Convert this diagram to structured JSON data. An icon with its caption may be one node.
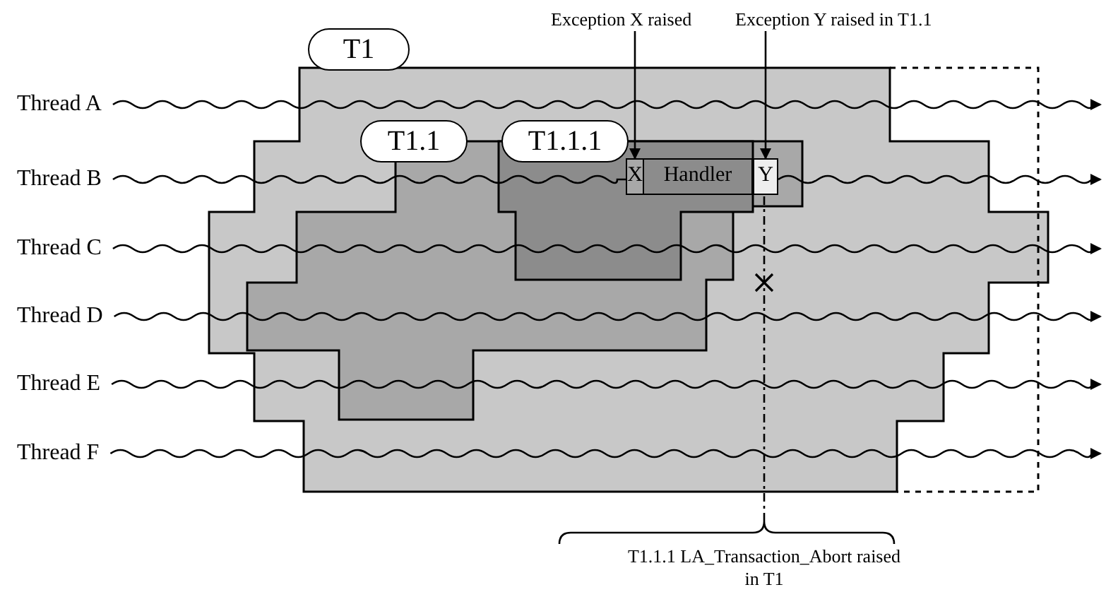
{
  "diagram": {
    "nodes": [
      {
        "text": [
          "T1"
        ]
      },
      {
        "text": [
          "T1.1"
        ],
        "in": 0
      },
      {
        "text": [
          "T1.1.1"
        ],
        "in": 1
      },
      {
        "text": [
          "X"
        ],
        "in": 2
      },
      {
        "text": [
          "Handler"
        ],
        "in": 2
      },
      {
        "text": [
          "Y"
        ],
        "in": 1
      },
      {
        "text": [
          "Exception X raised"
        ]
      },
      {
        "text": [
          "Exception Y raised in T1.1"
        ]
      },
      {
        "text": [
          "Thread A"
        ]
      },
      {
        "text": [
          "Thread B"
        ]
      },
      {
        "text": [
          "Thread C"
        ]
      },
      {
        "text": [
          "Thread D"
        ]
      },
      {
        "text": [
          "Thread E"
        ]
      },
      {
        "text": [
          "Thread F"
        ]
      }
    ],
    "edges": [
      {
        "from": 6,
        "to": 3,
        "arrow": "to"
      },
      {
        "from": 7,
        "to": 5,
        "arrow": "to"
      },
      {
        "from": 8,
        "to": null,
        "arrow": "to"
      },
      {
        "from": 9,
        "to": null,
        "arrow": "to"
      },
      {
        "from": 10,
        "to": null,
        "arrow": "to"
      },
      {
        "from": 11,
        "to": null,
        "arrow": "to"
      },
      {
        "from": 12,
        "to": null,
        "arrow": "to"
      },
      {
        "from": 13,
        "to": null,
        "arrow": "to"
      }
    ],
    "labels": [
      "T1.1.1 LA_Transaction_Abort raised in T1"
    ]
  }
}
